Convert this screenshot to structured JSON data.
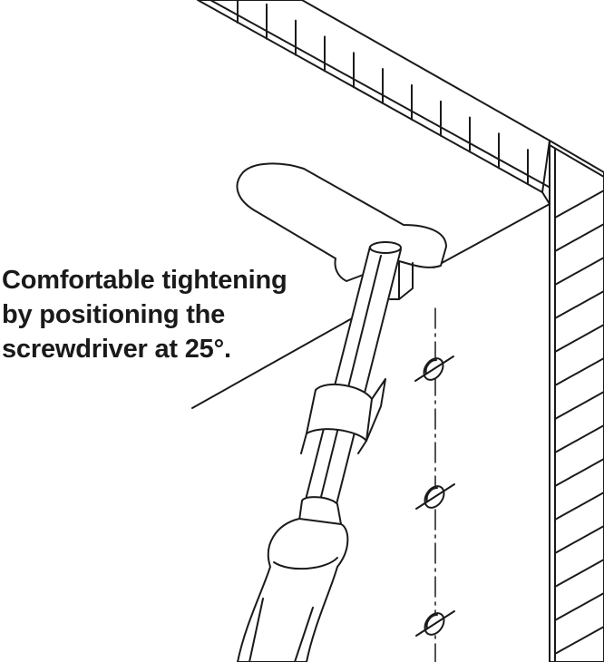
{
  "caption": {
    "lines": [
      "Comfortable tightening",
      "by positioning the",
      "screwdriver at 25°."
    ]
  },
  "colors": {
    "line": "#1a1a1a",
    "background": "#ffffff"
  }
}
